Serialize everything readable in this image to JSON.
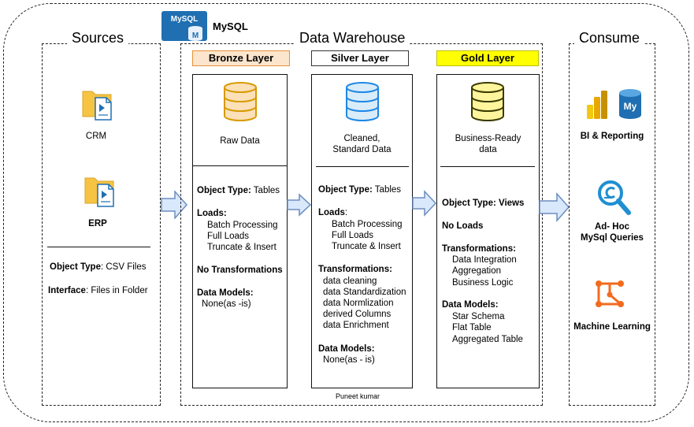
{
  "logo": {
    "title": "MySQL",
    "badge_top": "MySQL",
    "badge_letter": "M"
  },
  "sources": {
    "title": "Sources",
    "items": [
      {
        "label": "CRM",
        "icon": "folder-file-icon"
      },
      {
        "label": "ERP",
        "icon": "folder-file-icon"
      }
    ],
    "object_type_label": "Object Type",
    "object_type_value": ": CSV Files",
    "interface_label": "Interface",
    "interface_value": ": Files in Folder"
  },
  "warehouse": {
    "title": "Data Warehouse",
    "footer": "Puneet kumar",
    "bronze": {
      "header": "Bronze Layer",
      "header_color": "#fbe5cd",
      "header_border": "#e69138",
      "db_color": "#fbe0b8",
      "desc": "Raw Data",
      "object_type_label": "Object Type:",
      "object_type_value": " Tables",
      "loads_label": "Loads:",
      "loads": [
        "Batch Processing",
        "Full Loads",
        "Truncate & Insert"
      ],
      "transformations_label": "No Transformations",
      "models_label": "Data Models:",
      "models": [
        "None(as -is)"
      ]
    },
    "silver": {
      "header": "Silver Layer",
      "header_color": "#ffffff",
      "header_border": "#333333",
      "db_color": "#d9ecfa",
      "desc_line1": "Cleaned,",
      "desc_line2": "Standard Data",
      "object_type_label": "Object Type:",
      "object_type_value": " Tables",
      "loads_label": "Loads",
      "loads_suffix": ":",
      "loads": [
        "Batch Processing",
        "Full Loads",
        "Truncate & Insert"
      ],
      "transformations_label": "Transformations:",
      "transformations": [
        "data cleaning",
        "data Standardization",
        "data Normlization",
        "derived Columns",
        "data Enrichment"
      ],
      "models_label": "Data Models:",
      "models": [
        "None(as - is)"
      ]
    },
    "gold": {
      "header": "Gold Layer",
      "header_color": "#ffff00",
      "header_border": "#bfbf00",
      "db_color": "#fff59d",
      "desc_line1": "Business-Ready",
      "desc_line2": "data",
      "object_type_label": "Object Type: Views",
      "loads_label": "No Loads",
      "transformations_label": "Transformations:",
      "transformations": [
        "Data Integration",
        "Aggregation",
        "Business Logic"
      ],
      "models_label": "Data Models:",
      "models": [
        "Star Schema",
        "Flat Table",
        "Aggregated Table"
      ]
    }
  },
  "consume": {
    "title": "Consume",
    "items": [
      {
        "label_line1": "BI & Reporting",
        "icon": "bi-mysql-icon"
      },
      {
        "label_line1": "Ad- Hoc",
        "label_line2": "MySql Queries",
        "icon": "query-search-icon"
      },
      {
        "label_line1": "Machine Learning",
        "icon": "machine-learning-icon"
      }
    ]
  },
  "colors": {
    "arrow_fill": "#dae8fc",
    "arrow_stroke": "#6c8ebf",
    "db_stroke_bronze": "#d79b00",
    "db_stroke_silver": "#1e88e5",
    "db_stroke_gold": "#9e8400",
    "folder": "#f6c343",
    "accent_blue": "#1f6fb2",
    "ml_orange": "#f26b1d"
  }
}
